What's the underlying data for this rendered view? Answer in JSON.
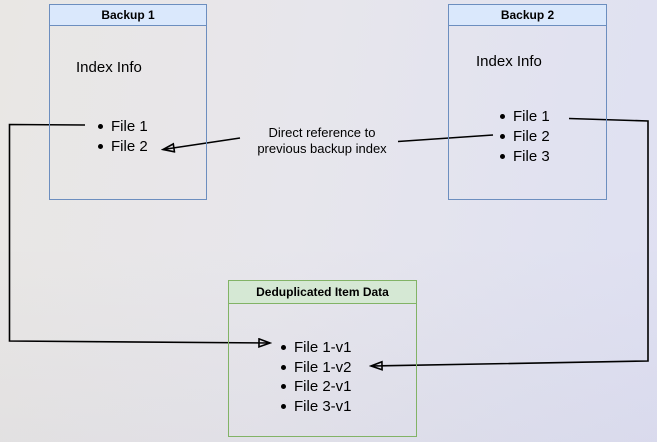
{
  "diagram": {
    "backup1": {
      "title": "Backup 1",
      "section_label": "Index Info",
      "files": [
        "File 1",
        "File 2"
      ]
    },
    "backup2": {
      "title": "Backup 2",
      "section_label": "Index Info",
      "files": [
        "File 1",
        "File 2",
        "File 3"
      ]
    },
    "dedup": {
      "title": "Deduplicated Item Data",
      "items": [
        "File 1-v1",
        "File 1-v2",
        "File 2-v1",
        "File 3-v1"
      ]
    },
    "annotation": {
      "line1": "Direct reference to",
      "line2": "previous backup index"
    },
    "colors": {
      "blue_box_border": "#6c8ebf",
      "blue_box_header_fill": "#dae8fc",
      "green_box_border": "#82b366",
      "green_box_header_fill": "#d5e8d4",
      "arrow": "#000000",
      "background_left": "#e9e7e4",
      "background_right": "#dfe0f2"
    }
  }
}
